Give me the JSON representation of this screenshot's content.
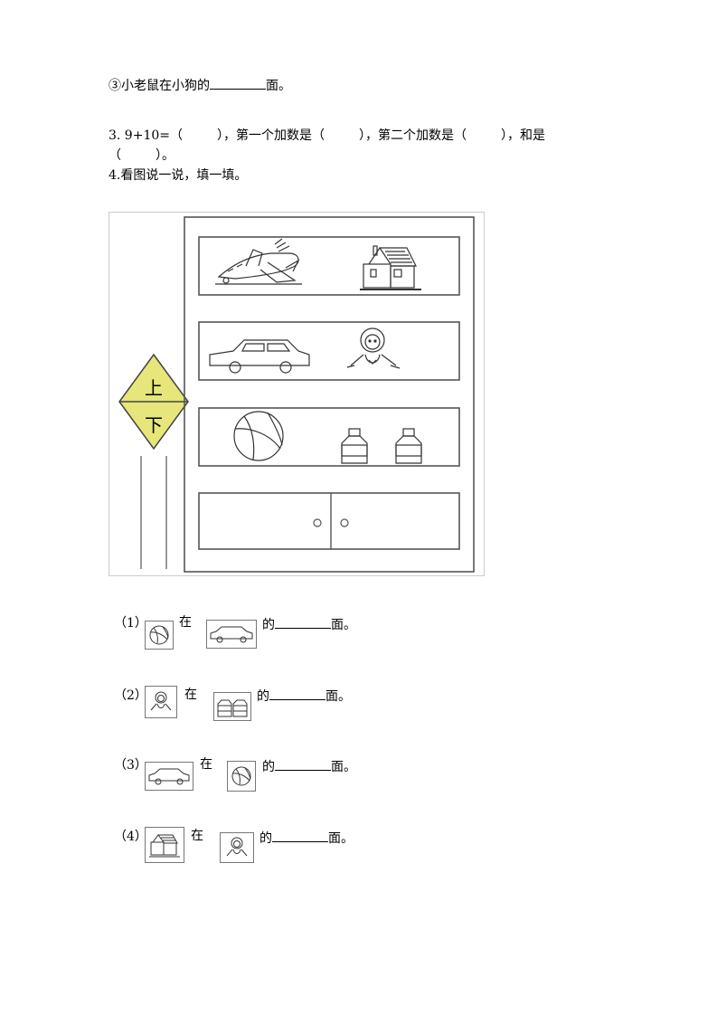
{
  "line1": {
    "prefix": "③小老鼠在小狗的",
    "suffix": "面。"
  },
  "q3": {
    "part1": "3. 9+10=（",
    "part2": "），第一个加数是（",
    "part3": "），第二个加数是（",
    "part4": "），和是",
    "part5": "（",
    "part6": "）。"
  },
  "q4": {
    "title": "4.看图说一说，填一填。"
  },
  "sign": {
    "top": "上",
    "bottom": "下",
    "color": "#e6e67a"
  },
  "subquestions": [
    {
      "num": "（1）",
      "zai": "在",
      "de": "的",
      "mian": "面。",
      "a": "ball-icon",
      "b": "car-icon"
    },
    {
      "num": "（2）",
      "zai": "在",
      "de": "的",
      "mian": "面。",
      "a": "doll-icon",
      "b": "bottles-icon"
    },
    {
      "num": "（3）",
      "zai": "在",
      "de": "的",
      "mian": "面。",
      "a": "car-icon",
      "b": "ball-icon"
    },
    {
      "num": "（4）",
      "zai": "在",
      "de": "的",
      "mian": "面。",
      "a": "house-icon",
      "b": "doll-icon"
    }
  ]
}
